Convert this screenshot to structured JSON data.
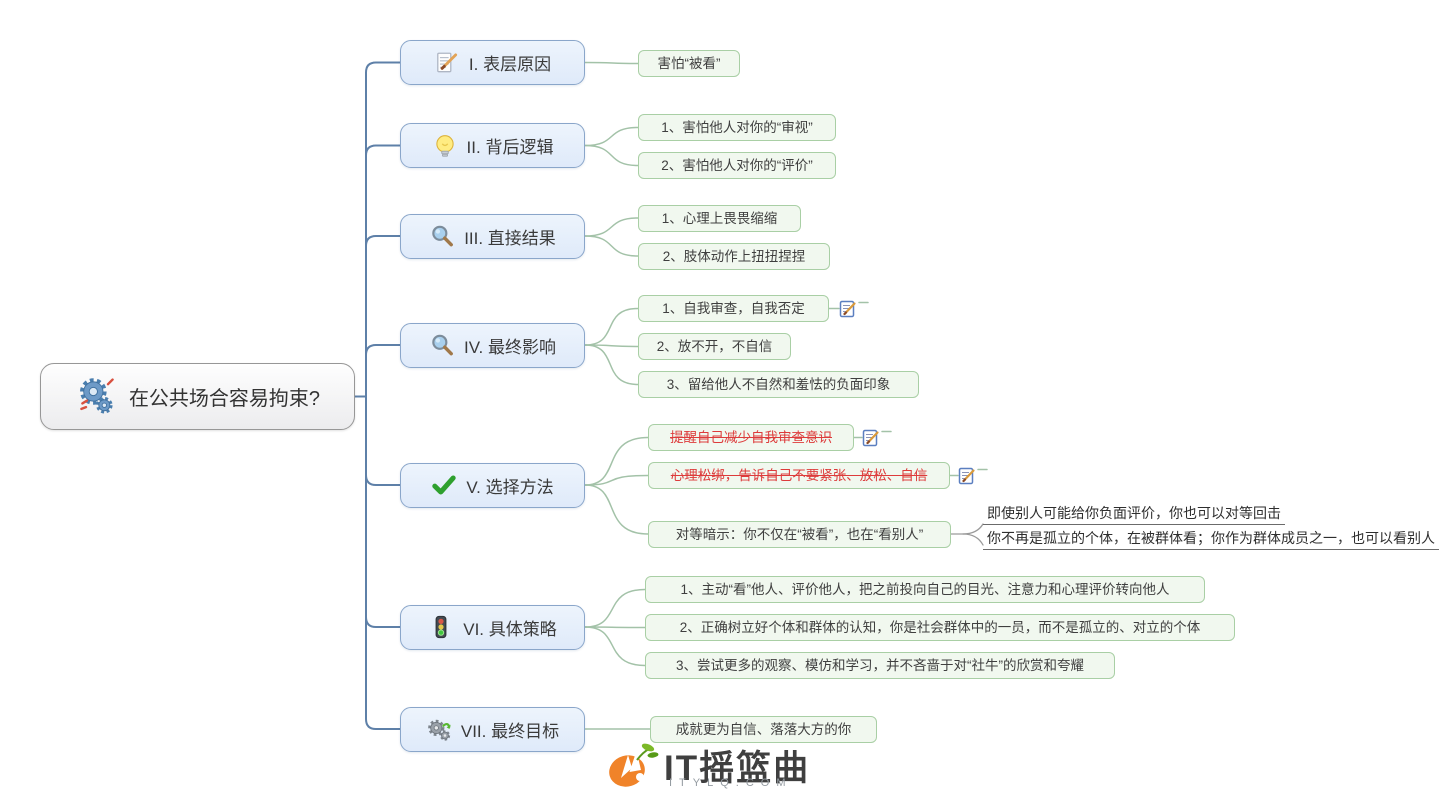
{
  "root": {
    "label": "在公共场合容易拘束?",
    "icon": "gears-spark-icon"
  },
  "branches": [
    {
      "label": "I. 表层原因",
      "icon": "memo-pencil-icon",
      "children": [
        {
          "label": "害怕“被看”"
        }
      ]
    },
    {
      "label": "II. 背后逻辑",
      "icon": "lightbulb-icon",
      "children": [
        {
          "label": "1、害怕他人对你的“审视”"
        },
        {
          "label": "2、害怕他人对你的“评价”"
        }
      ]
    },
    {
      "label": "III. 直接结果",
      "icon": "magnifier-icon",
      "children": [
        {
          "label": "1、心理上畏畏缩缩"
        },
        {
          "label": "2、肢体动作上扭扭捏捏"
        }
      ]
    },
    {
      "label": "IV. 最终影响",
      "icon": "magnifier-icon",
      "children": [
        {
          "label": "1、自我审查，自我否定",
          "has_note": true
        },
        {
          "label": "2、放不开，不自信"
        },
        {
          "label": "3、留给他人不自然和羞怯的负面印象"
        }
      ]
    },
    {
      "label": "V. 选择方法",
      "icon": "checkmark-icon",
      "children": [
        {
          "label": "提醒自己减少自我审查意识",
          "style": "strikethrough-red",
          "has_note": true
        },
        {
          "label": "心理松绑，告诉自己不要紧张、放松、自信",
          "style": "strikethrough-red",
          "has_note": true
        },
        {
          "label": "对等暗示：你不仅在“被看”，也在“看别人”",
          "children": [
            {
              "label": "即使别人可能给你负面评价，你也可以对等回击"
            },
            {
              "label": "你不再是孤立的个体，在被群体看；你作为群体成员之一，也可以看别人"
            }
          ]
        }
      ]
    },
    {
      "label": "VI. 具体策略",
      "icon": "traffic-light-icon",
      "children": [
        {
          "label": "1、主动“看”他人、评价他人，把之前投向自己的目光、注意力和心理评价转向他人"
        },
        {
          "label": "2、正确树立好个体和群体的认知，你是社会群体中的一员，而不是孤立的、对立的个体"
        },
        {
          "label": "3、尝试更多的观察、模仿和学习，并不吝啬于对“社牛”的欣赏和夸耀"
        }
      ]
    },
    {
      "label": "VII. 最终目标",
      "icon": "gears-arrow-icon",
      "children": [
        {
          "label": "成就更为自信、落落大方的你"
        }
      ]
    }
  ],
  "watermark": {
    "title": "IT摇篮曲",
    "url": "ITYLQ.COM"
  },
  "colors": {
    "spine_line": "#5e80a8",
    "child_line": "#a3c2a8",
    "topic_border": "#8aa6ca",
    "topic_fill": "#e5effb",
    "child_border": "#a9cfa5",
    "child_fill": "#f1f8ef",
    "strike_red": "#dd3b3b",
    "watermark_orange": "#f08329",
    "watermark_green": "#7cb928"
  }
}
